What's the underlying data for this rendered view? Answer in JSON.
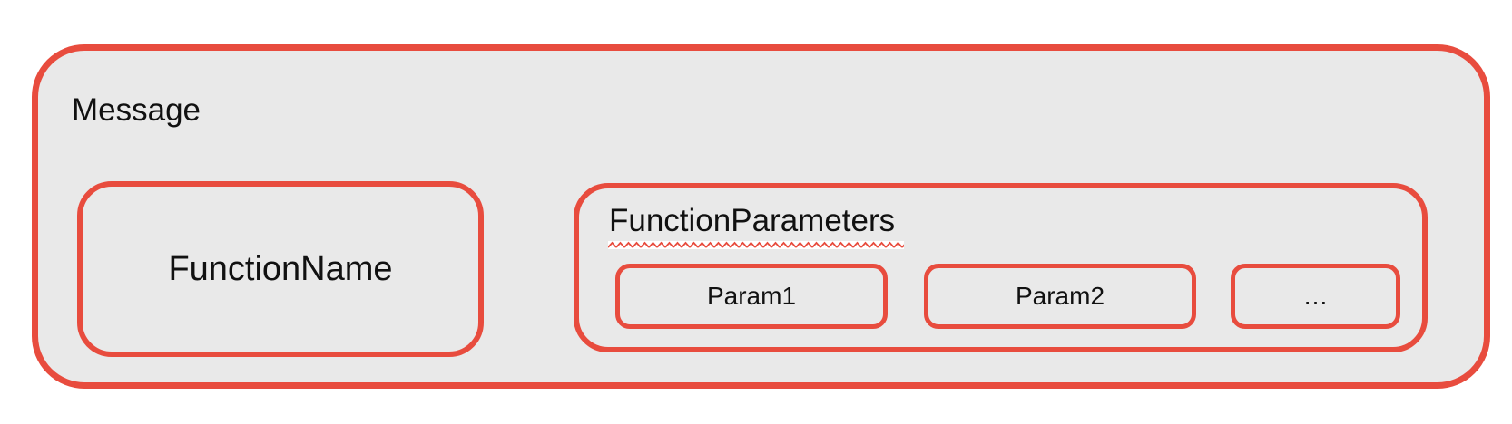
{
  "diagram": {
    "message": {
      "label": "Message",
      "function_name": {
        "label": "FunctionName"
      },
      "function_parameters": {
        "label": "FunctionParameters",
        "params": [
          {
            "label": "Param1"
          },
          {
            "label": "Param2"
          },
          {
            "label": "…"
          }
        ]
      }
    }
  },
  "colors": {
    "border_red": "#e84c3e",
    "box_fill": "#e9e9e9",
    "text": "#111111",
    "background": "#ffffff",
    "squiggle_halo": "#ffffff"
  }
}
